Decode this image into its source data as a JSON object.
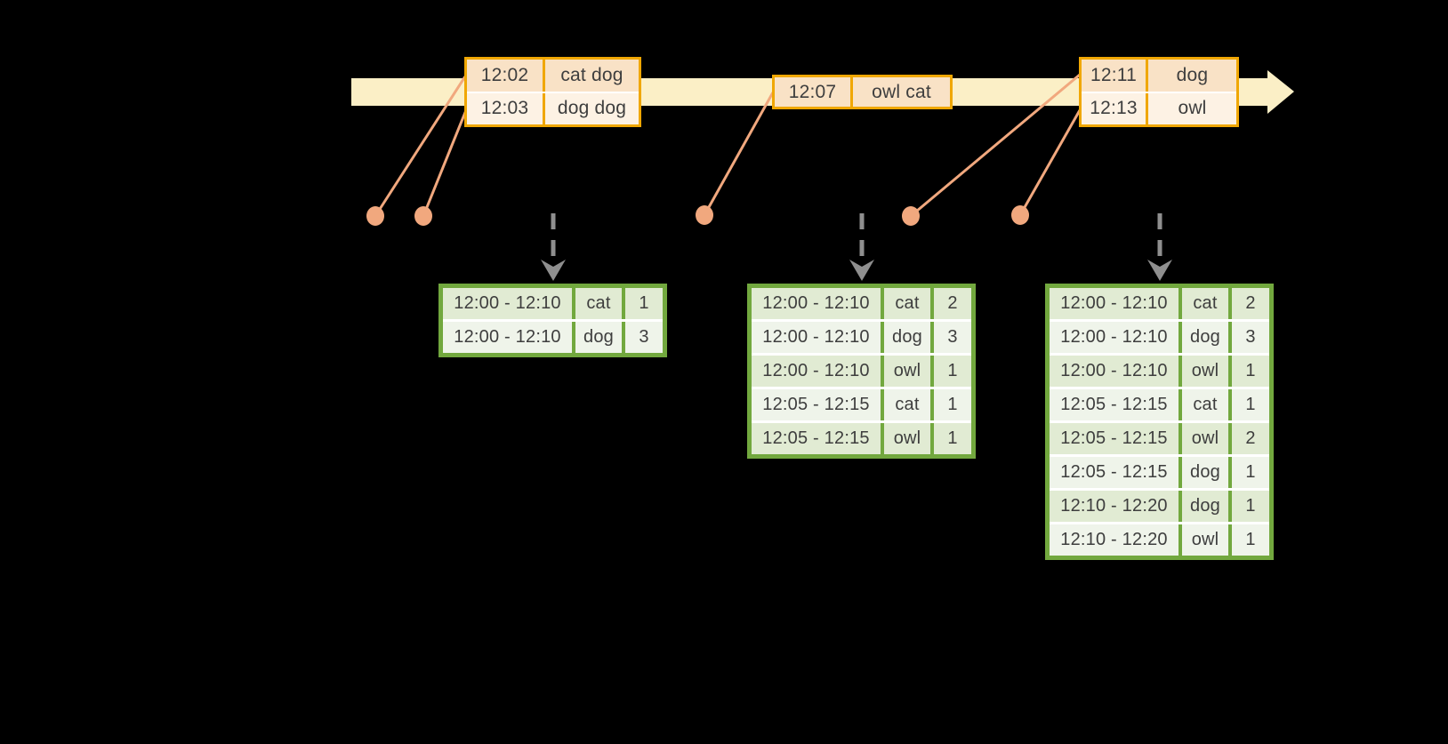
{
  "colors": {
    "background": "#000000",
    "timeline_fill": "#fbefc6",
    "event_table_border": "#f0a702",
    "event_row_dark": "#f9e2c6",
    "event_row_light": "#fdf2e4",
    "event_marker": "#f1a87e",
    "result_table_border": "#72a83e",
    "result_row_dark": "#e1ebd3",
    "result_row_light": "#eff4ea",
    "trigger_arrow": "#8f8f8f",
    "text": "#3e3e3e"
  },
  "timeline": {
    "batches": [
      {
        "rows": [
          {
            "time": "12:02",
            "words": "cat dog"
          },
          {
            "time": "12:03",
            "words": "dog dog"
          }
        ]
      },
      {
        "rows": [
          {
            "time": "12:07",
            "words": "owl cat"
          }
        ]
      },
      {
        "rows": [
          {
            "time": "12:11",
            "words": "dog"
          },
          {
            "time": "12:13",
            "words": "owl"
          }
        ]
      }
    ]
  },
  "results": [
    {
      "rows": [
        {
          "window": "12:00 - 12:10",
          "word": "cat",
          "count": "1"
        },
        {
          "window": "12:00 - 12:10",
          "word": "dog",
          "count": "3"
        }
      ]
    },
    {
      "rows": [
        {
          "window": "12:00 - 12:10",
          "word": "cat",
          "count": "2"
        },
        {
          "window": "12:00 - 12:10",
          "word": "dog",
          "count": "3"
        },
        {
          "window": "12:00 - 12:10",
          "word": "owl",
          "count": "1"
        },
        {
          "window": "12:05 - 12:15",
          "word": "cat",
          "count": "1"
        },
        {
          "window": "12:05 - 12:15",
          "word": "owl",
          "count": "1"
        }
      ]
    },
    {
      "rows": [
        {
          "window": "12:00 - 12:10",
          "word": "cat",
          "count": "2"
        },
        {
          "window": "12:00 - 12:10",
          "word": "dog",
          "count": "3"
        },
        {
          "window": "12:00 - 12:10",
          "word": "owl",
          "count": "1"
        },
        {
          "window": "12:05 - 12:15",
          "word": "cat",
          "count": "1"
        },
        {
          "window": "12:05 - 12:15",
          "word": "owl",
          "count": "2"
        },
        {
          "window": "12:05 - 12:15",
          "word": "dog",
          "count": "1"
        },
        {
          "window": "12:10 - 12:20",
          "word": "dog",
          "count": "1"
        },
        {
          "window": "12:10 - 12:20",
          "word": "owl",
          "count": "1"
        }
      ]
    }
  ]
}
